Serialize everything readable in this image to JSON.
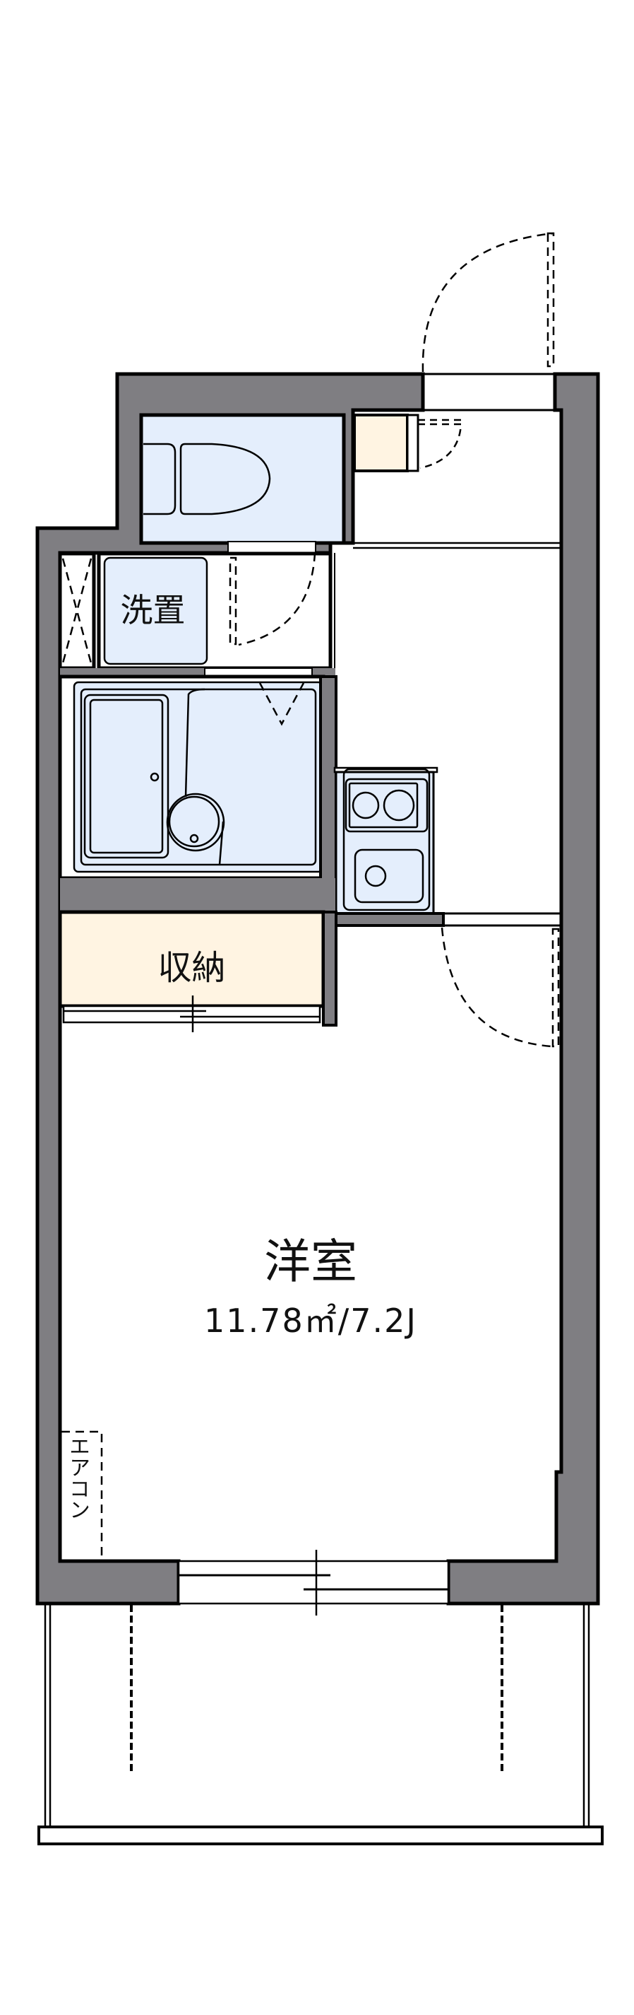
{
  "colors": {
    "wall": "#7f7e82",
    "wet_area": "#e4eefc",
    "storage": "#fff4e2",
    "line": "#000000",
    "floor": "#ffffff"
  },
  "rooms": {
    "western_room": {
      "label": "洋室",
      "area": "11.78㎡/7.2J"
    },
    "laundry": {
      "label": "洗置"
    },
    "storage": {
      "label": "収納"
    },
    "aircon": {
      "label": "エアコン"
    },
    "toilet": {
      "icon": "toilet-icon"
    },
    "bathroom": {
      "icon": "bathtub-icon"
    },
    "kitchen": {
      "icon": "stove-sink-icon",
      "burners": 2
    },
    "shoe_cabinet": {
      "icon": "shoe-cabinet-icon"
    },
    "pipe_shaft": {
      "icon": "pipe-shaft-x-icon"
    },
    "balcony": {
      "icon": "balcony-railing-icon"
    }
  }
}
